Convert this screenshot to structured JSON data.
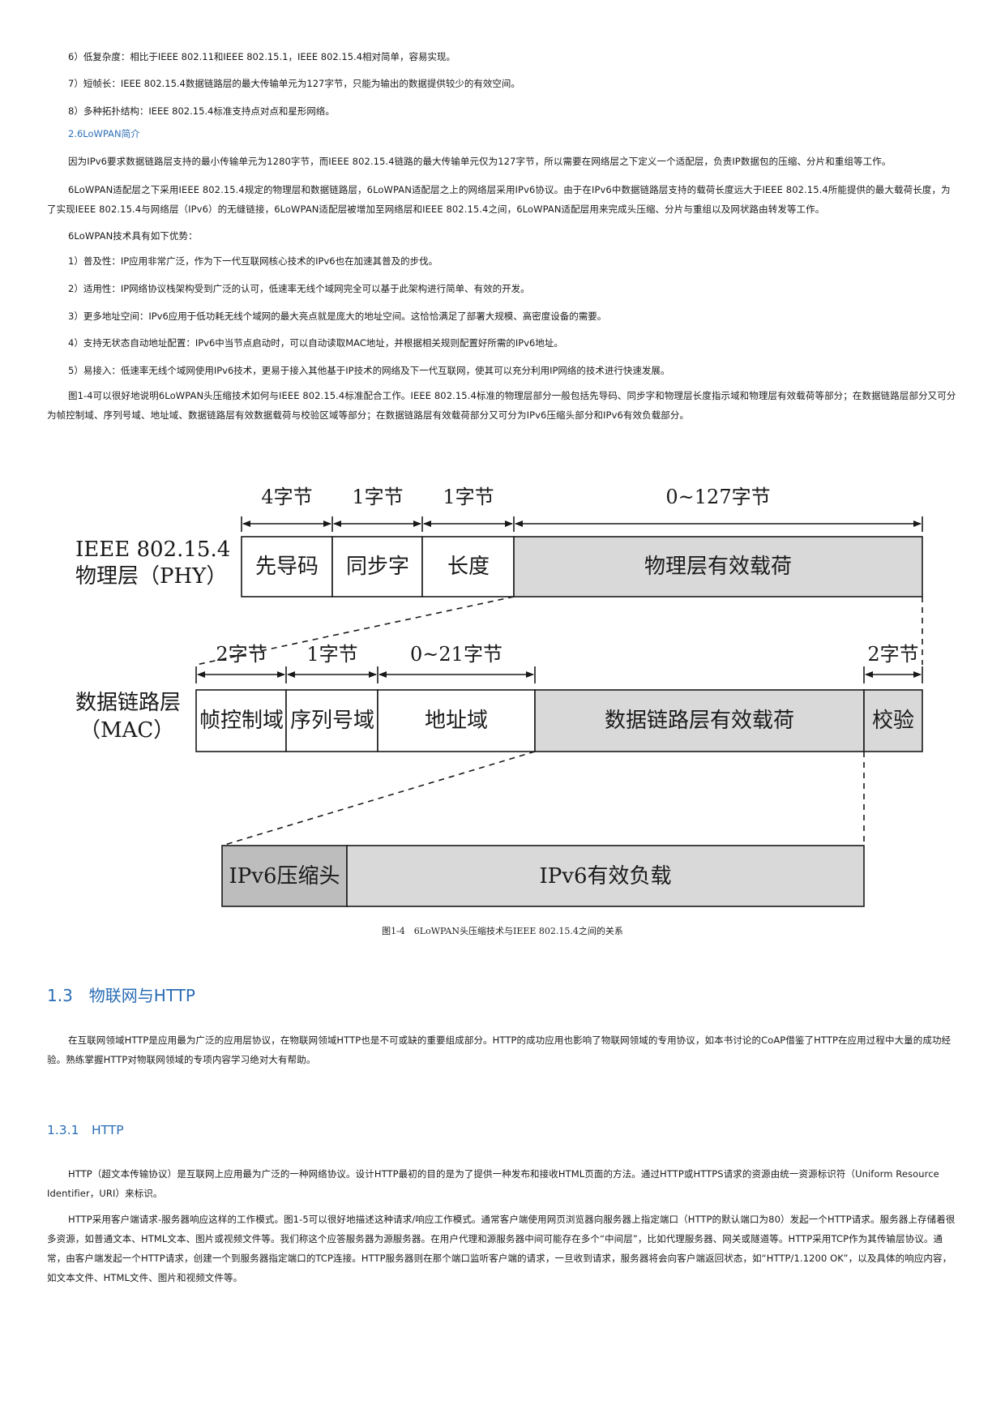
{
  "top_list": [
    "6）低复杂度：相比于IEEE 802.11和IEEE 802.15.1，IEEE 802.15.4相对简单，容易实现。",
    "7）短帧长：IEEE 802.15.4数据链路层的最大传输单元为127字节，只能为输出的数据提供较少的有效空间。",
    "8）多种拓扑结构：IEEE 802.15.4标准支持点对点和星形网络。"
  ],
  "lowpan_heading": "2.6LoWPAN简介",
  "lowpan_paras": [
    "因为IPv6要求数据链路层支持的最小传输单元为1280字节，而IEEE 802.15.4链路的最大传输单元仅为127字节，所以需要在网络层之下定义一个适配层，负责IP数据包的压缩、分片和重组等工作。",
    "6LoWPAN适配层之下采用IEEE 802.15.4规定的物理层和数据链路层，6LoWPAN适配层之上的网络层采用IPv6协议。由于在IPv6中数据链路层支持的载荷长度远大于IEEE 802.15.4所能提供的最大载荷长度，为了实现IEEE 802.15.4与网络层（IPv6）的无缝链接，6LoWPAN适配层被增加至网络层和IEEE 802.15.4之间，6LoWPAN适配层用来完成头压缩、分片与重组以及网状路由转发等工作。",
    "6LoWPAN技术具有如下优势："
  ],
  "advantages": [
    "1）普及性：IP应用非常广泛，作为下一代互联网核心技术的IPv6也在加速其普及的步伐。",
    "2）适用性：IP网络协议栈架构受到广泛的认可，低速率无线个域网完全可以基于此架构进行简单、有效的开发。",
    "3）更多地址空间：IPv6应用于低功耗无线个域网的最大亮点就是庞大的地址空间。这恰恰满足了部署大规模、高密度设备的需要。",
    "4）支持无状态自动地址配置：IPv6中当节点启动时，可以自动读取MAC地址，并根据相关规则配置好所需的IPv6地址。",
    "5）易接入：低速率无线个域网使用IPv6技术，更易于接入其他基于IP技术的网络及下一代互联网，使其可以充分利用IP网络的技术进行快速发展。"
  ],
  "figure_intro": "图1-4可以很好地说明6LoWPAN头压缩技术如何与IEEE 802.15.4标准配合工作。IEEE 802.15.4标准的物理层部分一般包括先导码、同步字和物理层长度指示域和物理层有效载荷等部分；在数据链路层部分又可分为帧控制域、序列号域、地址域、数据链路层有效数据载荷与校验区域等部分；在数据链路层有效载荷部分又可分为IPv6压缩头部分和IPv6有效负载部分。",
  "diagram": {
    "phy_label_1": "IEEE 802.15.4",
    "phy_label_2": "物理层（PHY）",
    "phy_dims": [
      "4字节",
      "1字节",
      "1字节",
      "0~127字节"
    ],
    "phy_fields": [
      "先导码",
      "同步字",
      "长度",
      "物理层有效载荷"
    ],
    "mac_label_1": "数据链路层",
    "mac_label_2": "（MAC）",
    "mac_dims": [
      "2字节",
      "1字节",
      "0~21字节",
      "2字节"
    ],
    "mac_fields": [
      "帧控制域",
      "序列号域",
      "地址域",
      "数据链路层有效载荷",
      "校验"
    ],
    "ipv6_fields": [
      "IPv6压缩头",
      "IPv6有效负载"
    ],
    "colors": {
      "gray_box": "#d9d9d9",
      "dark_box": "#bdbdbd",
      "stroke": "#1a1a1a"
    }
  },
  "caption": "图1-4　6LoWPAN头压缩技术与IEEE 802.15.4之间的关系",
  "section_13": "1.3　物联网与HTTP",
  "section_13_para": "在互联网领域HTTP是应用最为广泛的应用层协议，在物联网领域HTTP也是不可或缺的重要组成部分。HTTP的成功应用也影响了物联网领域的专用协议，如本书讨论的CoAP借鉴了HTTP在应用过程中大量的成功经验。熟练掌握HTTP对物联网领域的专项内容学习绝对大有帮助。",
  "section_131": "1.3.1　HTTP",
  "http_paras": [
    "HTTP（超文本传输协议）是互联网上应用最为广泛的一种网络协议。设计HTTP最初的目的是为了提供一种发布和接收HTML页面的方法。通过HTTP或HTTPS请求的资源由统一资源标识符（Uniform Resource Identifier，URI）来标识。",
    "HTTP采用客户端请求-服务器响应这样的工作模式。图1-5可以很好地描述这种请求/响应工作模式。通常客户端使用网页浏览器向服务器上指定端口（HTTP的默认端口为80）发起一个HTTP请求。服务器上存储着很多资源，如普通文本、HTML文本、图片或视频文件等。我们称这个应答服务器为源服务器。在用户代理和源服务器中间可能存在多个“中间层”，比如代理服务器、网关或隧道等。HTTP采用TCP作为其传输层协议。通常，由客户端发起一个HTTP请求，创建一个到服务器指定端口的TCP连接。HTTP服务器则在那个端口监听客户端的请求，一旦收到请求，服务器将会向客户端返回状态，如“HTTP/1.1200 OK”，以及具体的响应内容，如文本文件、HTML文件、图片和视频文件等。"
  ]
}
